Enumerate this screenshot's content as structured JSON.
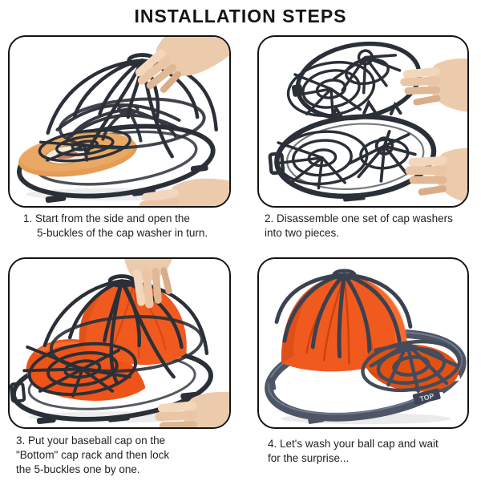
{
  "title": "INSTALLATION STEPS",
  "colors": {
    "cage_dark": "#2b3038",
    "frame_gray": "#4e5666",
    "cap_orange": "#f15a1f",
    "cardboard": "#e59c54",
    "skin": "#eccbad",
    "background": "#ffffff",
    "text": "#1a1a1a"
  },
  "steps": [
    {
      "number": "1",
      "caption": "1. Start from the side and open the\n5-buckles of the cap washer in turn.",
      "image_alt": "Two hands opening the black cap-washer cage from the side; an orange packaging card sits inside the bottom rack"
    },
    {
      "number": "2",
      "caption": "2. Disassemble one set of cap washers\ninto two pieces.",
      "image_alt": "Hands holding the two separated web-patterned halves of the black cap washer"
    },
    {
      "number": "3",
      "caption": "3. Put your baseball cap on the\n\"Bottom\" cap rack and then lock\nthe 5-buckles one by one.",
      "image_alt": "An orange baseball cap placed inside the cage while one hand holds the top and another holds the bottom rack"
    },
    {
      "number": "4",
      "caption": "4. Let's wash your ball cap and wait\nfor the surprise...",
      "image_alt": "Orange baseball cap fully locked inside the gray cap-washer frame, brim covered by the web cage",
      "frame_label": "TOP"
    }
  ]
}
